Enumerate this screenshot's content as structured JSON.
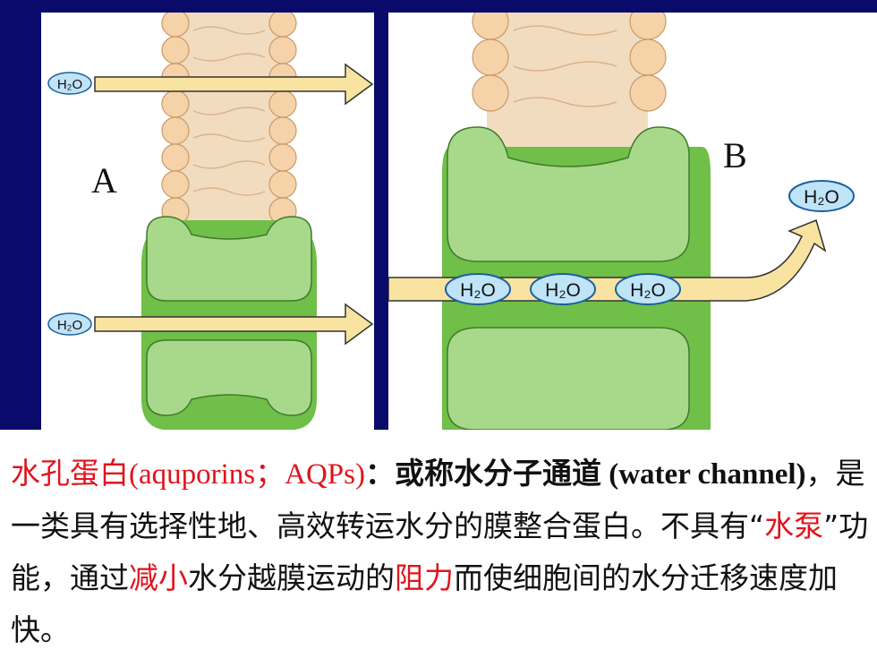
{
  "panel_a": {
    "label": "A",
    "h2o_top": "H₂O",
    "h2o_bottom": "H₂O"
  },
  "panel_b": {
    "label": "B",
    "h2o_1": "H₂O",
    "h2o_2": "H₂O",
    "h2o_3": "H₂O",
    "h2o_out": "H₂O"
  },
  "caption": {
    "p1": "水孔蛋白",
    "p2": "(aquporins；AQPs)",
    "p3": "：或称",
    "p4": "水分子通道",
    "p5": " (water channel)",
    "p6": "，是一类具有选择性地、高效转运水分的膜整合蛋白。不具有“",
    "p7": "水泵",
    "p8": "”功能，通过",
    "p9": "减小",
    "p10": "水分越膜运动的",
    "p11": "阻力",
    "p12": "而使细胞间的水分迁移速度加快。"
  },
  "colors": {
    "background": "#0a0a6a",
    "membrane": "#f2dcc0",
    "protein_dark": "#6fbf48",
    "protein_light": "#a8d98a",
    "arrow": "#f8e3a0",
    "h2o_bubble": "#bfe3f7",
    "highlight_red": "#e0141c"
  }
}
